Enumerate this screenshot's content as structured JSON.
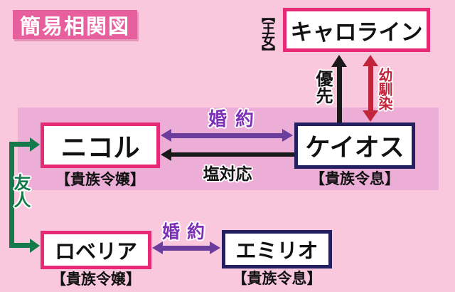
{
  "title": "簡易相関図",
  "nodes": {
    "caroline": {
      "name": "キャロライン",
      "role": "【王女】",
      "border_color": "#e72a75"
    },
    "nicole": {
      "name": "ニコル",
      "role": "【貴族令嬢】",
      "border_color": "#e72a75"
    },
    "chaos": {
      "name": "ケイオス",
      "role": "【貴族令息】",
      "border_color": "#232061"
    },
    "lobelia": {
      "name": "ロベリア",
      "role": "【貴族令嬢】",
      "border_color": "#e72a75"
    },
    "emilio": {
      "name": "エミリオ",
      "role": "【貴族令息】",
      "border_color": "#232061"
    }
  },
  "edges": {
    "engagement_top": {
      "label": "婚約",
      "between": [
        "ニコル",
        "ケイオス"
      ],
      "direction": "double",
      "color": "#6b3e9d"
    },
    "cold_treatment": {
      "label": "塩対応",
      "from": "ケイオス",
      "to": "ニコル",
      "direction": "single",
      "color": "#1a1a1a"
    },
    "priority": {
      "label": "優先",
      "from": "ケイオス",
      "to": "キャロライン",
      "direction": "single",
      "color": "#1a1a1a"
    },
    "childhood_friends": {
      "label": "幼馴染",
      "between": [
        "キャロライン",
        "ケイオス"
      ],
      "direction": "double",
      "color": "#c2243c"
    },
    "friends": {
      "label": "友人",
      "between": [
        "ニコル",
        "ロベリア"
      ],
      "direction": "double",
      "color": "#157a4b"
    },
    "engagement_bottom": {
      "label": "婚約",
      "between": [
        "ロベリア",
        "エミリオ"
      ],
      "direction": "double",
      "color": "#6b3e9d"
    }
  },
  "colors": {
    "background": "#f9c8dc",
    "band": "#ecaed6",
    "title_badge": "#e75f9d",
    "pink_border": "#e72a75",
    "navy_border": "#232061",
    "purple_arrow": "#6b3e9d",
    "purple_label": "#7d2fb5",
    "red_arrow": "#c2243c",
    "green_arrow": "#157a4b",
    "black_arrow": "#1a1a1a"
  }
}
